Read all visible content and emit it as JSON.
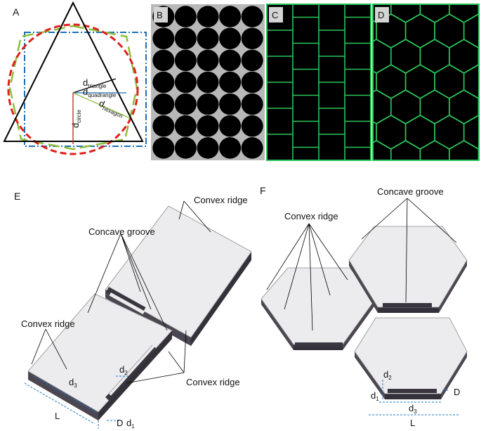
{
  "panels": {
    "a": {
      "label": "A",
      "d_triangle": "d",
      "s_triangle": "triangle",
      "d_quadrangle": "d",
      "s_quadrangle": "quadrangle",
      "d_hexagon": "d",
      "s_hexagon": "hexagon",
      "d_circle": "d",
      "s_circle": "circle"
    },
    "b": {
      "label": "B"
    },
    "c": {
      "label": "C"
    },
    "d": {
      "label": "D"
    },
    "e": {
      "label": "E",
      "convex_ridge_top": "Convex ridge",
      "concave_groove": "Concave groove",
      "convex_ridge_left": "Convex ridge",
      "convex_ridge_right": "Convex ridge",
      "dim_d3": "d",
      "dim_d3_sub": "3",
      "dim_d2": "d",
      "dim_d2_sub": "2",
      "dim_d1": "d",
      "dim_d1_sub": "1",
      "dim_D": "D",
      "dim_L": "L"
    },
    "f": {
      "label": "F",
      "concave_groove": "Concave groove",
      "convex_ridge": "Convex ridge",
      "dim_d2": "d",
      "dim_d2_sub": "2",
      "dim_d1": "d",
      "dim_d1_sub": "1",
      "dim_d3": "d",
      "dim_d3_sub": "3",
      "dim_D": "D",
      "dim_L": "L"
    }
  },
  "colors": {
    "triangle": "#000000",
    "square": "#1f6fb8",
    "hexagon": "#8bbf3c",
    "circle": "#e0201c",
    "radius": "#c4201c",
    "tile_edge": "#2bc45a",
    "tile_fill": "#000000",
    "plate_top": "#ececee",
    "plate_side": "#4b4650",
    "dim_line": "#1f78c8"
  }
}
